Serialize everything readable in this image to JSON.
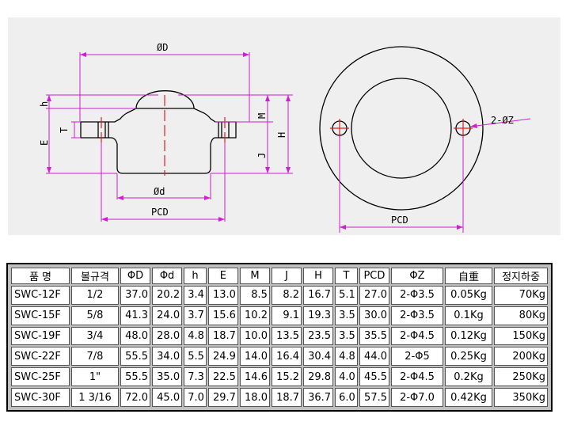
{
  "drawing": {
    "labels": {
      "phi_D": "ØD",
      "h": "h",
      "T": "T",
      "E": "E",
      "M": "M",
      "H": "H",
      "J": "J",
      "phi_d": "Ød",
      "pcd_side": "PCD",
      "pcd_top": "PCD",
      "hole": "2-ØZ"
    }
  },
  "table": {
    "headers": [
      "품 명",
      "볼규격",
      "ΦD",
      "Φd",
      "h",
      "E",
      "M",
      "J",
      "H",
      "T",
      "PCD",
      "ΦZ",
      "自重",
      "정지하중"
    ],
    "rows": [
      [
        "SWC-12F",
        "1/2",
        "37.0",
        "20.2",
        "3.4",
        "13.0",
        "8.5",
        "8.2",
        "16.7",
        "5.1",
        "27.0",
        "2-Φ3.5",
        "0.05Kg",
        "70Kg"
      ],
      [
        "SWC-15F",
        "5/8",
        "41.3",
        "24.0",
        "3.7",
        "15.6",
        "10.2",
        "9.1",
        "19.3",
        "3.5",
        "30.0",
        "2-Φ3.5",
        "0.1Kg",
        "80Kg"
      ],
      [
        "SWC-19F",
        "3/4",
        "48.0",
        "28.0",
        "4.8",
        "18.7",
        "10.0",
        "13.5",
        "23.5",
        "3.5",
        "35.5",
        "2-Φ4.5",
        "0.12Kg",
        "150Kg"
      ],
      [
        "SWC-22F",
        "7/8",
        "55.5",
        "34.0",
        "5.5",
        "24.9",
        "14.0",
        "16.4",
        "30.4",
        "4.8",
        "44.0",
        "2-Φ5",
        "0.25Kg",
        "200Kg"
      ],
      [
        "SWC-25F",
        "1\"",
        "55.5",
        "35.0",
        "7.3",
        "22.5",
        "14.6",
        "15.2",
        "29.8",
        "4.0",
        "45.5",
        "2-Φ4.5",
        "0.2Kg",
        "250Kg"
      ],
      [
        "SWC-30F",
        "1 3/16",
        "72.0",
        "45.0",
        "7.0",
        "29.7",
        "18.0",
        "18.7",
        "36.7",
        "6.0",
        "57.5",
        "2-Φ7.0",
        "0.42Kg",
        "350Kg"
      ]
    ]
  }
}
